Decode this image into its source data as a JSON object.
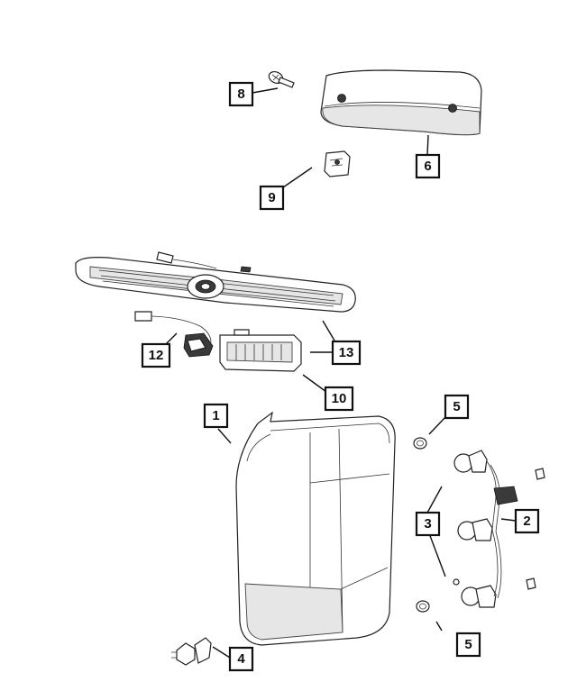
{
  "callouts": [
    {
      "id": "c1",
      "label": "1"
    },
    {
      "id": "c2",
      "label": "2"
    },
    {
      "id": "c3",
      "label": "3"
    },
    {
      "id": "c4",
      "label": "4"
    },
    {
      "id": "c5a",
      "label": "5"
    },
    {
      "id": "c5b",
      "label": "5"
    },
    {
      "id": "c6",
      "label": "6"
    },
    {
      "id": "c8",
      "label": "8"
    },
    {
      "id": "c9",
      "label": "9"
    },
    {
      "id": "c10",
      "label": "10"
    },
    {
      "id": "c12",
      "label": "12"
    },
    {
      "id": "c13",
      "label": "13"
    }
  ]
}
